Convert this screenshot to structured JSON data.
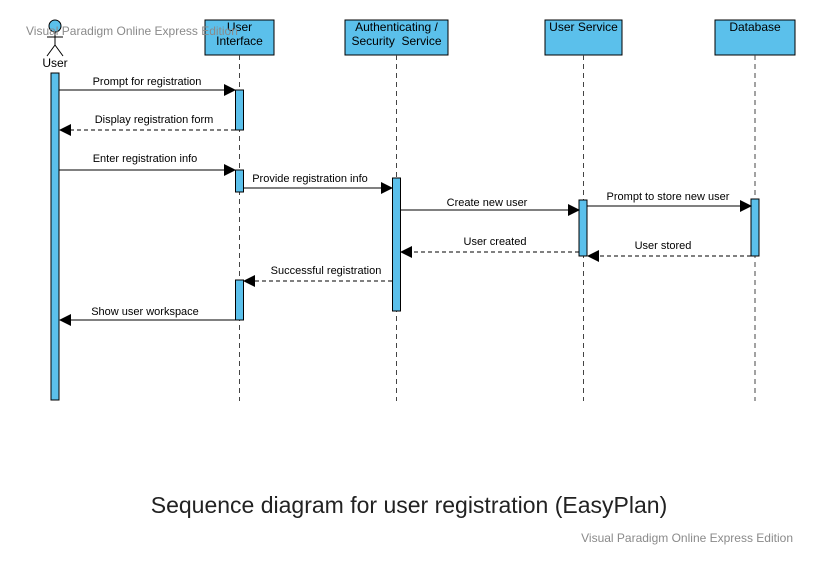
{
  "actor": {
    "label": "User"
  },
  "lifelines": [
    {
      "id": "ui",
      "lines": [
        "User",
        "Interface"
      ]
    },
    {
      "id": "auth",
      "lines": [
        "Authenticating /",
        "Security  Service"
      ]
    },
    {
      "id": "usersvc",
      "lines": [
        "User Service"
      ]
    },
    {
      "id": "db",
      "lines": [
        "Database"
      ]
    }
  ],
  "messages": [
    {
      "label": "Prompt for registration",
      "from": "User",
      "to": "User Interface",
      "kind": "sync"
    },
    {
      "label": "Display registration form",
      "from": "User Interface",
      "to": "User",
      "kind": "return"
    },
    {
      "label": "Enter registration info",
      "from": "User",
      "to": "User Interface",
      "kind": "sync"
    },
    {
      "label": "Provide registration info",
      "from": "User Interface",
      "to": "Authenticating / Security Service",
      "kind": "sync"
    },
    {
      "label": "Create new user",
      "from": "Authenticating / Security Service",
      "to": "User Service",
      "kind": "sync"
    },
    {
      "label": "Prompt to store new user",
      "from": "User Service",
      "to": "Database",
      "kind": "sync"
    },
    {
      "label": "User stored",
      "from": "Database",
      "to": "User Service",
      "kind": "return"
    },
    {
      "label": "User created",
      "from": "User Service",
      "to": "Authenticating / Security Service",
      "kind": "return"
    },
    {
      "label": "Successful registration",
      "from": "Authenticating / Security Service",
      "to": "User Interface",
      "kind": "return"
    },
    {
      "label": "Show user workspace",
      "from": "User Interface",
      "to": "User",
      "kind": "sync"
    }
  ],
  "caption": "Sequence diagram for user registration (EasyPlan)",
  "watermark": "Visual Paradigm Online Express Edition",
  "colors": {
    "box_fill": "#5bc0eb",
    "stroke": "#000000",
    "lifeline": "#444444",
    "text": "#000000"
  }
}
